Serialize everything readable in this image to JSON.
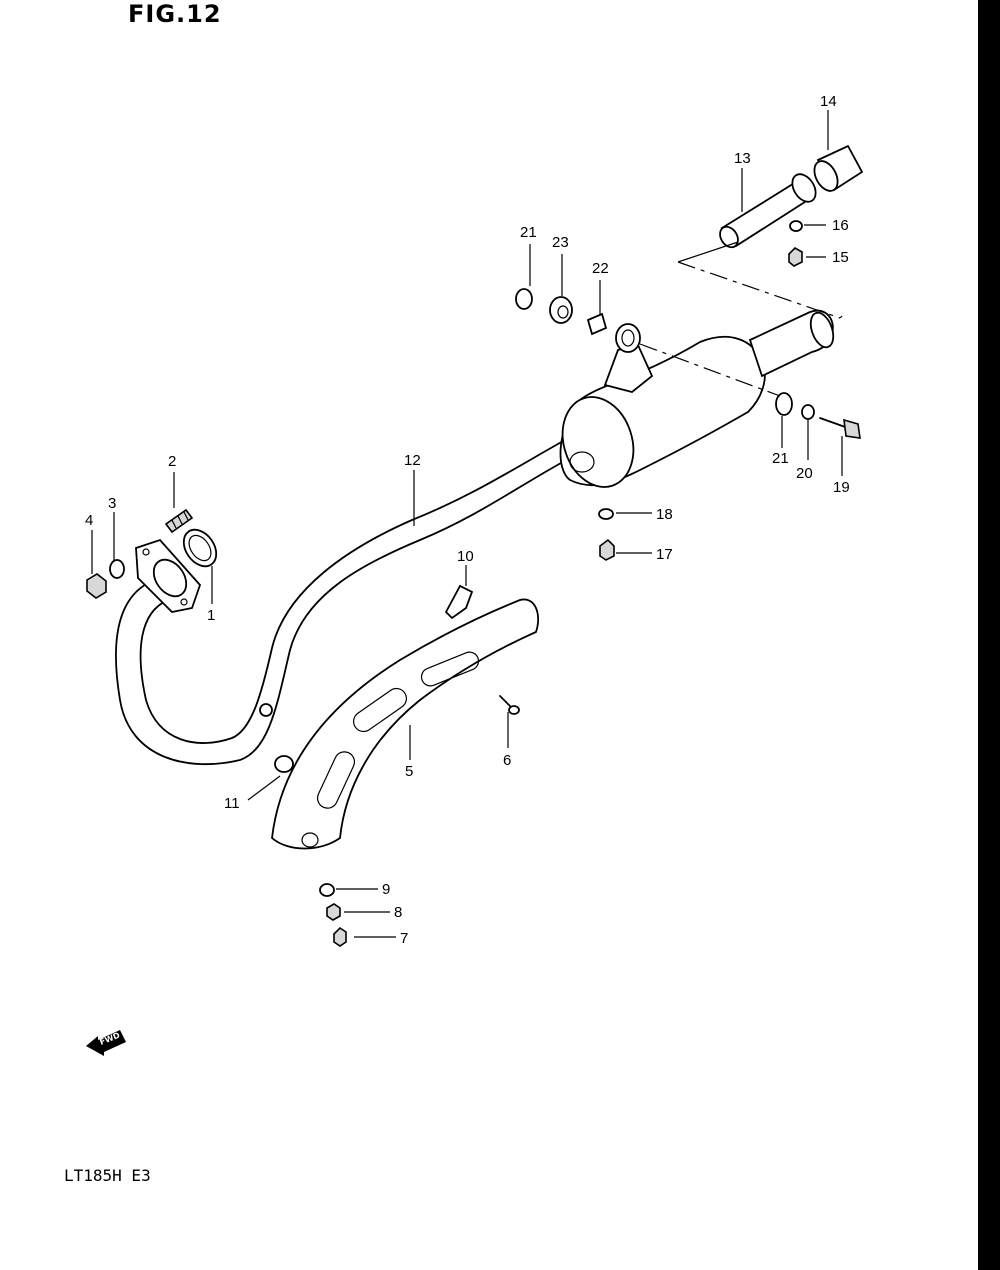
{
  "figure_title": "FIG.12",
  "model_code": "LT185H E3",
  "fwd_label": "FWD",
  "callouts": [
    "1",
    "2",
    "3",
    "4",
    "5",
    "6",
    "7",
    "8",
    "9",
    "10",
    "11",
    "12",
    "13",
    "14",
    "15",
    "16",
    "17",
    "18",
    "19",
    "20",
    "21",
    "22",
    "23"
  ],
  "colors": {
    "ink": "#000000",
    "paper": "#ffffff"
  }
}
